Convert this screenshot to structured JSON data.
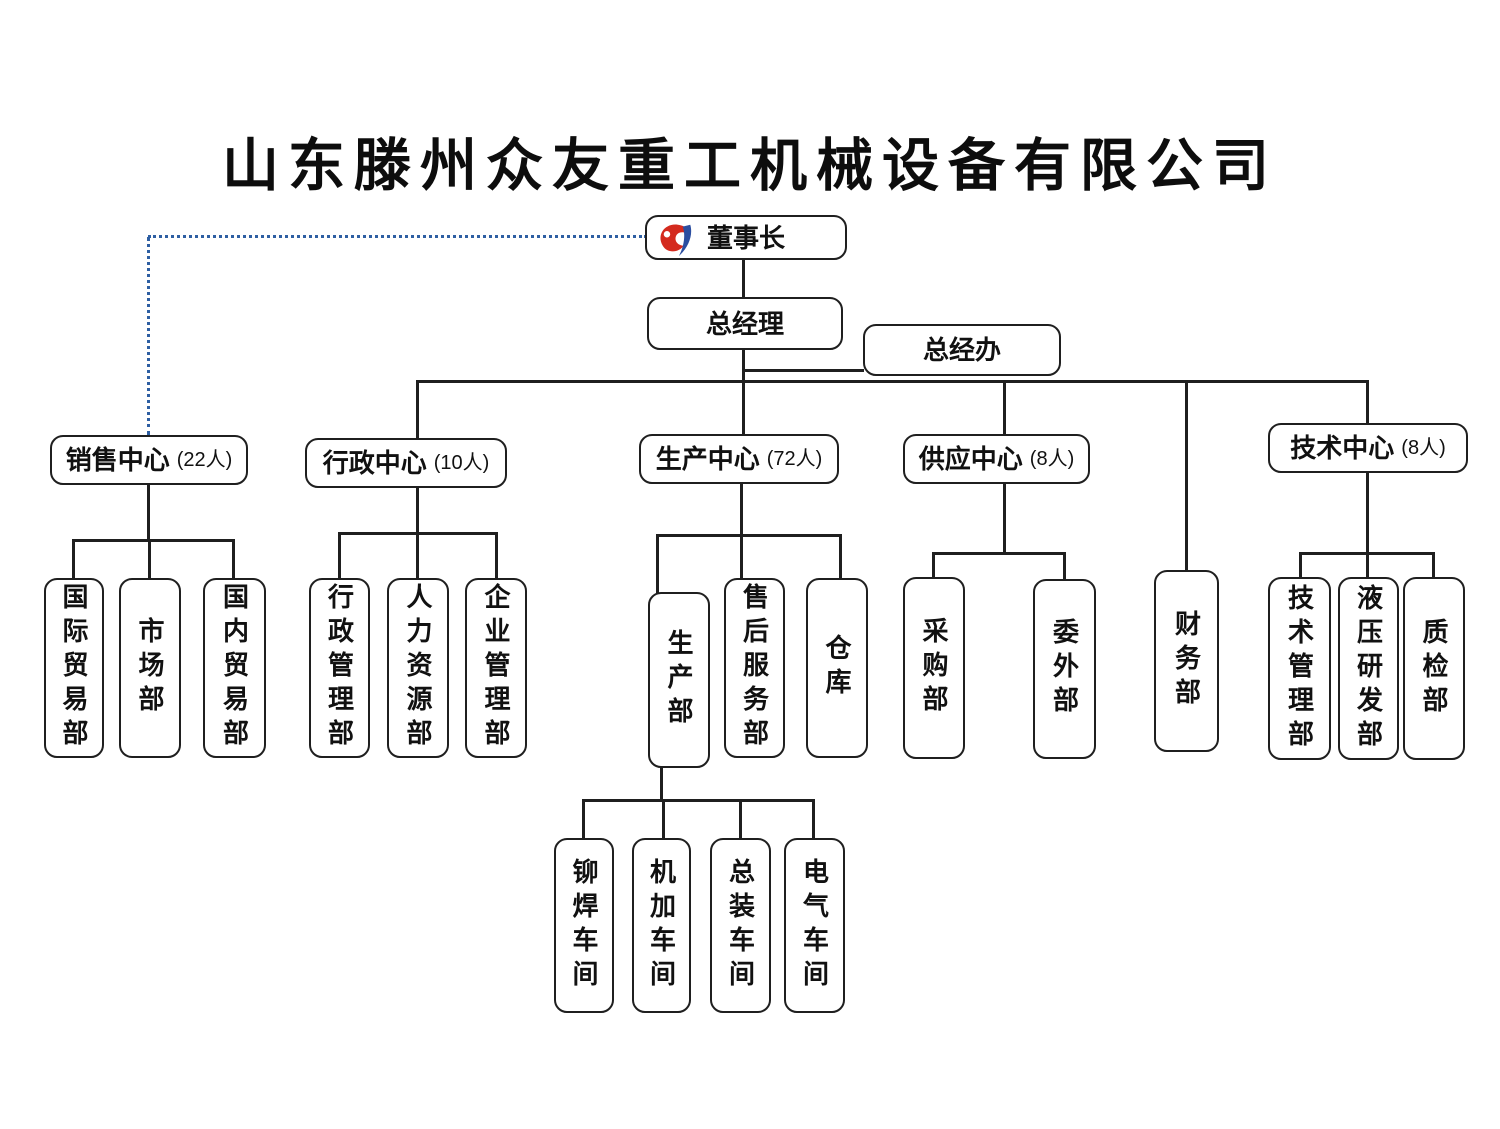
{
  "title": "山东滕州众友重工机械设备有限公司",
  "nodes": {
    "chairman": {
      "label": "董事长"
    },
    "general_manager": {
      "label": "总经理"
    },
    "general_manager_office": {
      "label": "总经办"
    },
    "sales_center": {
      "label": "销售中心",
      "count": "(22人)"
    },
    "admin_center": {
      "label": "行政中心",
      "count": "(10人)"
    },
    "production_center": {
      "label": "生产中心",
      "count": "(72人)"
    },
    "supply_center": {
      "label": "供应中心",
      "count": "(8人)"
    },
    "tech_center": {
      "label": "技术中心",
      "count": "(8人)"
    },
    "intl_trade": {
      "label": "国际贸易部"
    },
    "market": {
      "label": "市场部"
    },
    "domestic_trade": {
      "label": "国内贸易部"
    },
    "admin_mgmt": {
      "label": "行政管理部"
    },
    "hr": {
      "label": "人力资源部"
    },
    "enterprise_mgmt": {
      "label": "企业管理部"
    },
    "production_dept": {
      "label": "生产部"
    },
    "after_sales": {
      "label": "售后服务部"
    },
    "warehouse": {
      "label": "仓库"
    },
    "purchasing": {
      "label": "采购部"
    },
    "outsourcing": {
      "label": "委外部"
    },
    "finance": {
      "label": "财务部"
    },
    "tech_mgmt": {
      "label": "技术管理部"
    },
    "hydraulic_rd": {
      "label": "液压研发部"
    },
    "quality": {
      "label": "质检部"
    },
    "riveting_workshop": {
      "label": "铆焊车间"
    },
    "machining_workshop": {
      "label": "机加车间"
    },
    "assembly_workshop": {
      "label": "总装车间"
    },
    "electrical_workshop": {
      "label": "电气车间"
    }
  },
  "hierarchy": {
    "chairman": [
      "general_manager"
    ],
    "chairman_dotted_link": [
      "sales_center"
    ],
    "general_manager": [
      "general_manager_office",
      "admin_center",
      "production_center",
      "supply_center",
      "finance",
      "tech_center"
    ],
    "sales_center": [
      "intl_trade",
      "market",
      "domestic_trade"
    ],
    "admin_center": [
      "admin_mgmt",
      "hr",
      "enterprise_mgmt"
    ],
    "production_center": [
      "production_dept",
      "after_sales",
      "warehouse"
    ],
    "supply_center": [
      "purchasing",
      "outsourcing"
    ],
    "tech_center": [
      "tech_mgmt",
      "hydraulic_rd",
      "quality"
    ],
    "production_dept": [
      "riveting_workshop",
      "machining_workshop",
      "assembly_workshop",
      "electrical_workshop"
    ]
  },
  "icons": {
    "company_logo": "red-blue-swirl-logo"
  },
  "colors": {
    "line": "#1f1f1f",
    "dotted_line": "#2e5fa3",
    "box_border": "#1f1f1f",
    "logo_red": "#d42a1e",
    "logo_blue": "#2b4ea0",
    "background": "#ffffff",
    "text": "#111111"
  }
}
